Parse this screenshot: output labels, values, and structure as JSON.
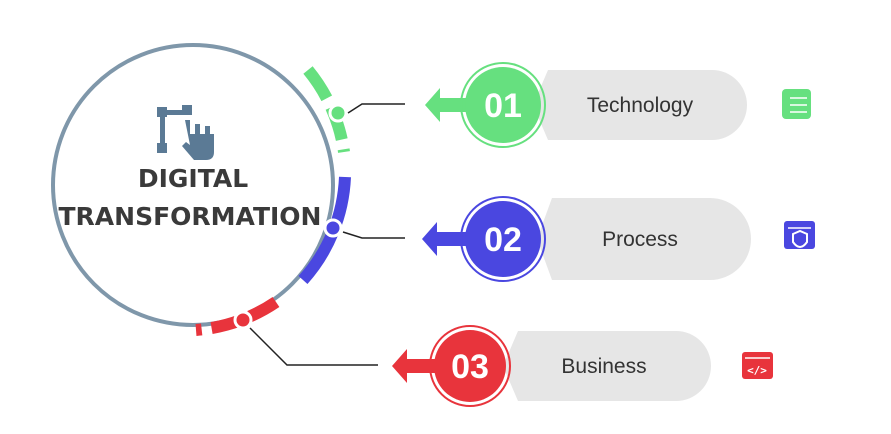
{
  "title": {
    "line1": "DIGITAL",
    "line2": "TRANSFORMATION"
  },
  "items": [
    {
      "number": "01",
      "label": "Technology",
      "color": "#66e07f",
      "icon": "server-list-icon"
    },
    {
      "number": "02",
      "label": "Process",
      "color": "#4a47e0",
      "icon": "browser-shield-icon"
    },
    {
      "number": "03",
      "label": "Business",
      "color": "#e8343c",
      "icon": "browser-code-icon"
    }
  ]
}
